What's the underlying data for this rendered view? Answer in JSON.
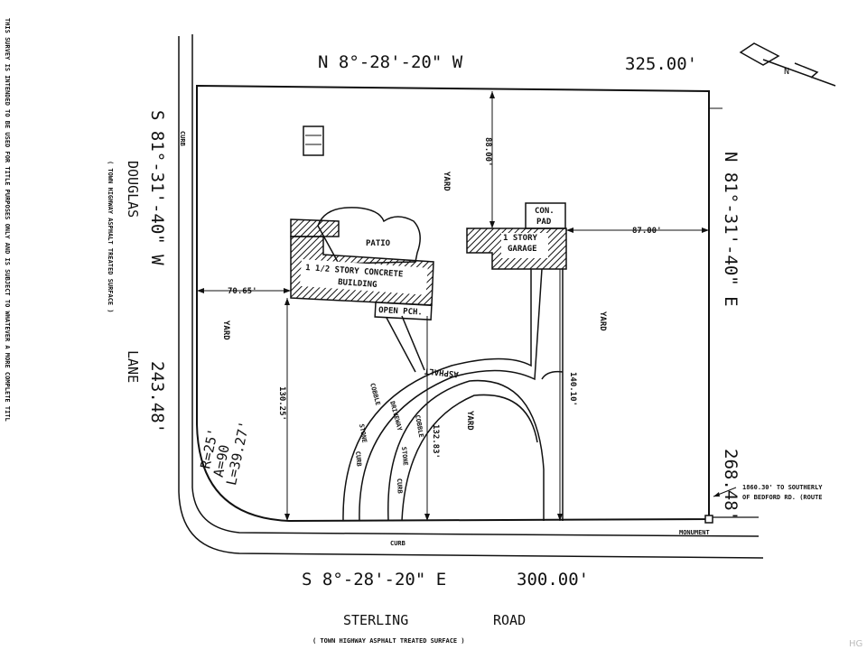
{
  "disclaimer": "THIS SURVEY IS INTENDED TO BE USED FOR TITLE PURPOSES ONLY AND IS SUBJECT TO WHATEVER A MORE COMPLETE TITL",
  "north_bearing": "N 8°-28'-20\" W",
  "north_length": "325.00'",
  "west_bearing": "S 81°-31'-40\" W",
  "west_length": "243.48'",
  "east_bearing": "N 81°-31'-40\" E",
  "east_length": "268.48'",
  "south_bearing": "S 8°-28'-20\" E",
  "south_length": "300.00'",
  "west_road_name_1": "DOUGLAS",
  "west_road_name_2": "LANE",
  "west_road_desc": "( TOWN HIGHWAY ASPHALT TREATED SURFACE )",
  "south_road_name_1": "STERLING",
  "south_road_name_2": "ROAD",
  "south_road_desc": "( TOWN HIGHWAY ASPHALT TREATED SURFACE )",
  "curb": "CURB",
  "patio": "PATIO",
  "house_1": "1 1/2 STORY CONCRETE",
  "house_2": "BUILDING",
  "open_porch": "OPEN PCH.",
  "con_pad_1": "CON.",
  "con_pad_2": "PAD",
  "garage_1": "1 STORY",
  "garage_2": "GARAGE",
  "yard": "YARD",
  "asphalt": "ASPHALT",
  "cobble_1": "COBBLE",
  "cobble_2": "STONE",
  "cobble_3": "CURB",
  "driveway": "DRIVEWAY",
  "dim_70": "70.65'",
  "dim_88": "88.00'",
  "dim_87": "87.00'",
  "dim_130": "130.25'",
  "dim_132": "132.83'",
  "dim_140": "140.10'",
  "curve_r": "R=25'",
  "curve_a": "A=90",
  "curve_l": "L=39.27'",
  "monument": "MONUMENT",
  "note_1": "1860.30' TO SOUTHERLY",
  "note_2": "OF BEDFORD RD. (ROUTE",
  "watermark": "HG",
  "north_arrow": "N"
}
